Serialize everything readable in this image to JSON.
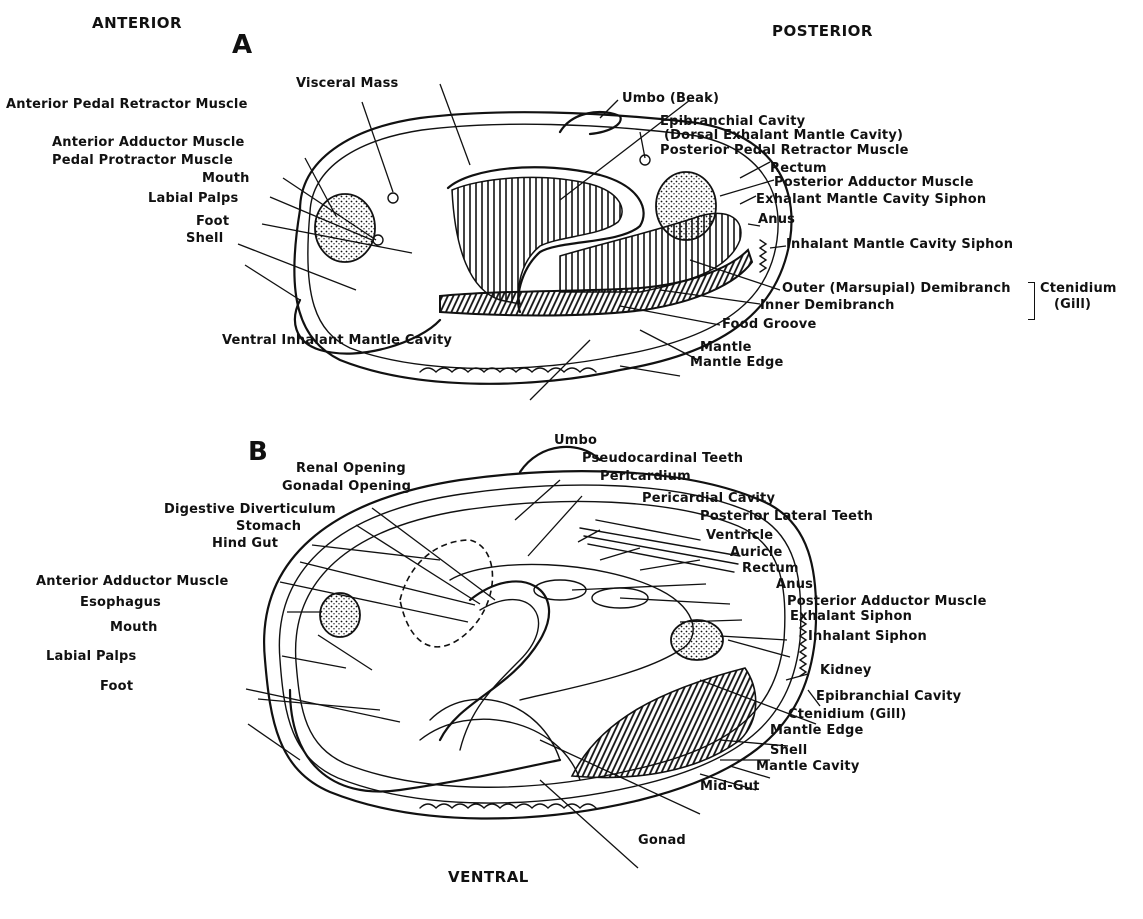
{
  "orientation": {
    "anterior": "ANTERIOR",
    "posterior": "POSTERIOR",
    "ventral": "VENTRAL"
  },
  "panel_a": {
    "letter": "A",
    "labels": {
      "visceral_mass": "Visceral Mass",
      "umbo_beak": "Umbo (Beak)",
      "epibranchial_cavity": "Epibranchial Cavity",
      "dorsal_exhalant": "(Dorsal Exhalant Mantle Cavity)",
      "posterior_pedal_retractor": "Posterior Pedal Retractor Muscle",
      "rectum": "Rectum",
      "posterior_adductor": "Posterior Adductor Muscle",
      "exhalant_siphon": "Exhalant Mantle Cavity Siphon",
      "anus": "Anus",
      "inhalant_siphon": "Inhalant Mantle Cavity Siphon",
      "anterior_pedal_retractor": "Anterior Pedal Retractor Muscle",
      "anterior_adductor": "Anterior Adductor Muscle",
      "pedal_protractor": "Pedal Protractor Muscle",
      "mouth": "Mouth",
      "labial_palps": "Labial Palps",
      "foot": "Foot",
      "shell": "Shell",
      "outer_demibranch": "Outer (Marsupial) Demibranch",
      "inner_demibranch": "Inner Demibranch",
      "ctenidium": "Ctenidium",
      "gill": "(Gill)",
      "food_groove": "Food Groove",
      "mantle": "Mantle",
      "mantle_edge": "Mantle Edge",
      "ventral_inhalant": "Ventral Inhalant Mantle Cavity"
    }
  },
  "panel_b": {
    "letter": "B",
    "labels": {
      "umbo": "Umbo",
      "pseudocardinal_teeth": "Pseudocardinal Teeth",
      "pericardium": "Pericardium",
      "pericardial_cavity": "Pericardial Cavity",
      "posterior_lateral_teeth": "Posterior Lateral Teeth",
      "ventricle": "Ventricle",
      "auricle": "Auricle",
      "rectum": "Rectum",
      "anus": "Anus",
      "posterior_adductor": "Posterior Adductor Muscle",
      "exhalant_siphon": "Exhalant Siphon",
      "inhalant_siphon": "Inhalant Siphon",
      "kidney": "Kidney",
      "epibranchial_cavity": "Epibranchial Cavity",
      "ctenidium": "Ctenidium (Gill)",
      "mantle_edge": "Mantle Edge",
      "shell": "Shell",
      "mantle_cavity": "Mantle Cavity",
      "mid_gut": "Mid-Gut",
      "gonad": "Gonad",
      "renal_opening": "Renal Opening",
      "gonadal_opening": "Gonadal Opening",
      "digestive_diverticulum": "Digestive Diverticulum",
      "stomach": "Stomach",
      "hind_gut": "Hind Gut",
      "anterior_adductor": "Anterior Adductor Muscle",
      "esophagus": "Esophagus",
      "mouth": "Mouth",
      "labial_palps": "Labial Palps",
      "foot": "Foot"
    }
  }
}
